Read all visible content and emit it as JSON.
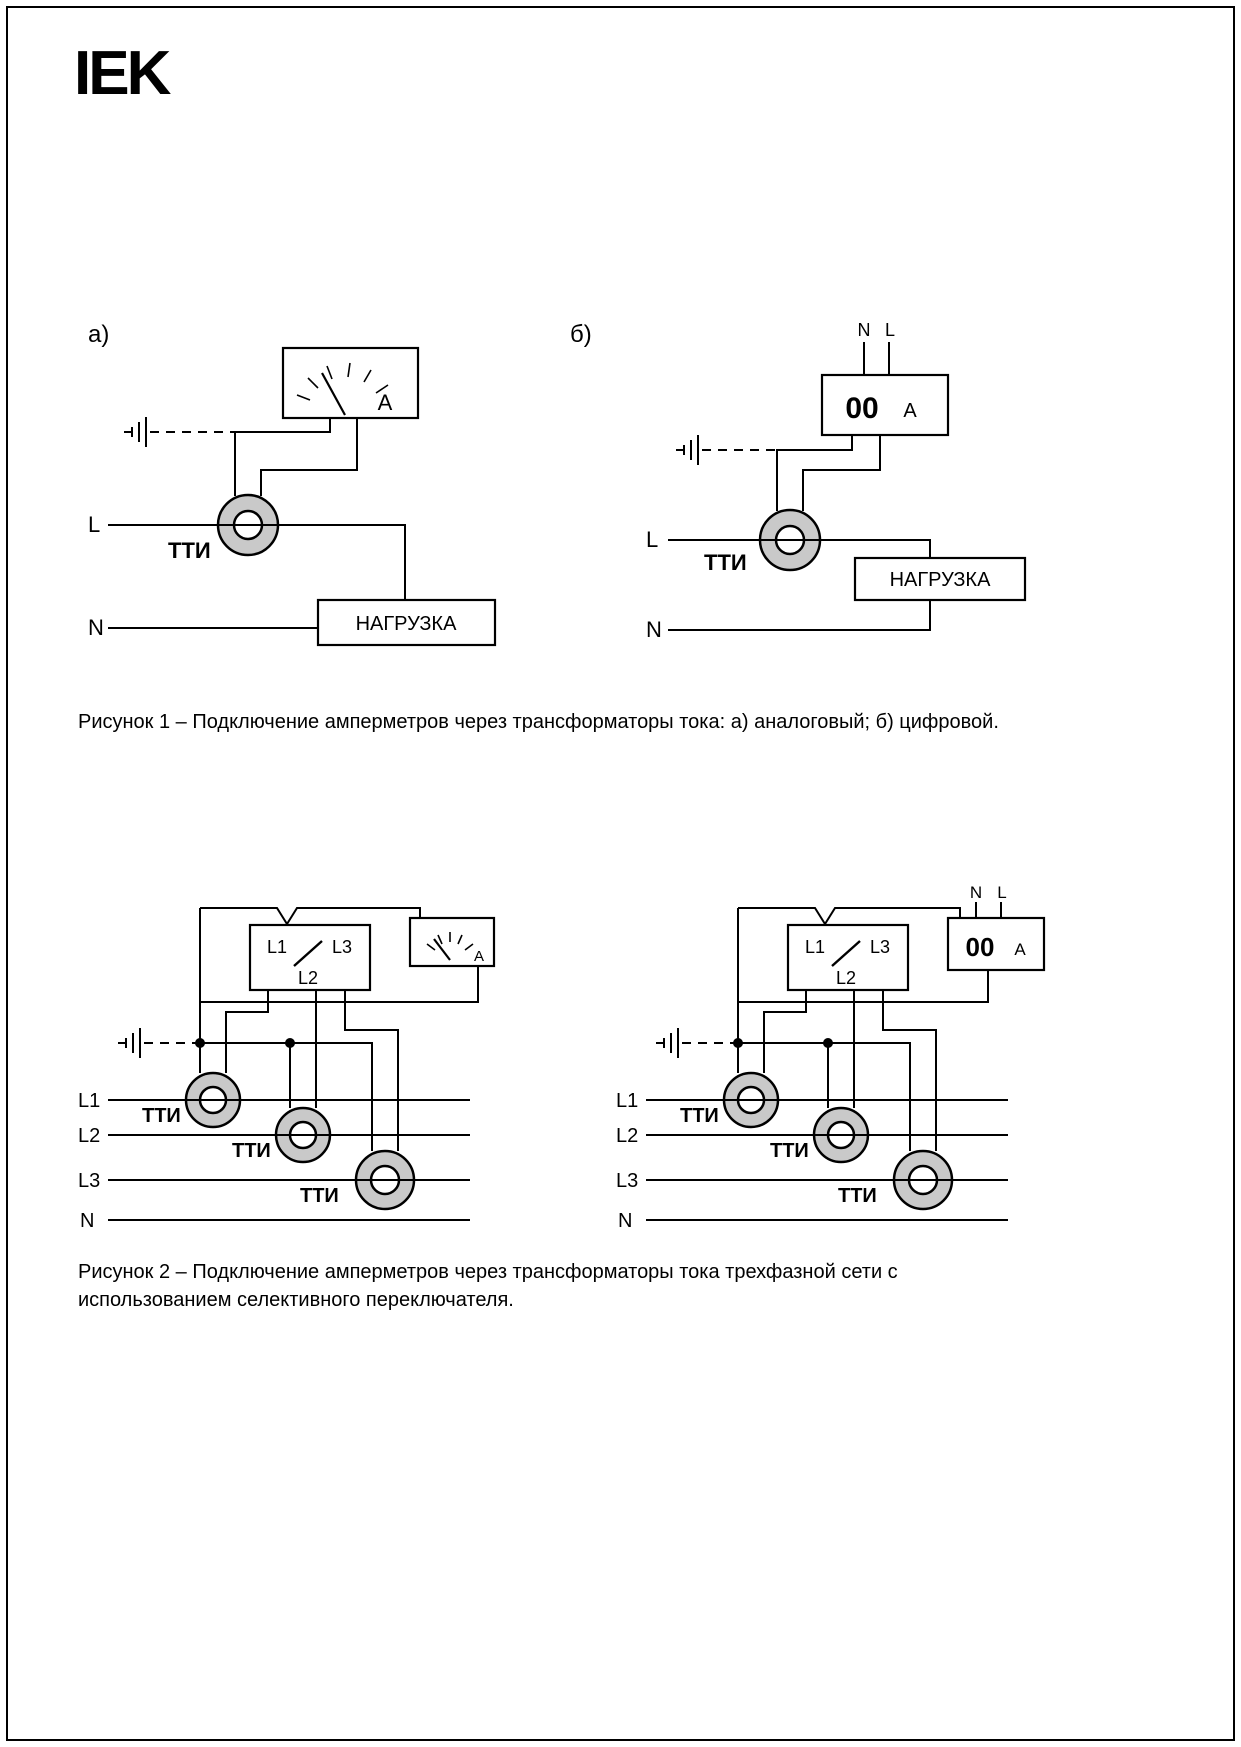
{
  "page": {
    "logo_text": "IEK"
  },
  "figure1": {
    "label_a": "а)",
    "label_b": "б)",
    "analog_meter_letter": "A",
    "digital_meter_value": "00",
    "digital_meter_unit": "А",
    "supply_neutral": "N",
    "supply_line": "L",
    "phase_line": "L",
    "phase_neutral": "N",
    "transformer_label": "ТТИ",
    "load_label": "НАГРУЗКА",
    "caption": "Рисунок 1 – Подключение амперметров через трансформаторы тока: а) аналоговый; б) цифровой."
  },
  "figure2": {
    "selector_l1": "L1",
    "selector_l2": "L2",
    "selector_l3": "L3",
    "phases": [
      "L1",
      "L2",
      "L3",
      "N"
    ],
    "transformer_label": "ТТИ",
    "analog_meter_letter": "A",
    "digital_meter_value": "00",
    "digital_meter_unit": "А",
    "supply_neutral": "N",
    "supply_line": "L",
    "caption": "Рисунок 2 – Подключение амперметров через трансформаторы тока трехфазной сети с использованием селективного переключателя."
  }
}
